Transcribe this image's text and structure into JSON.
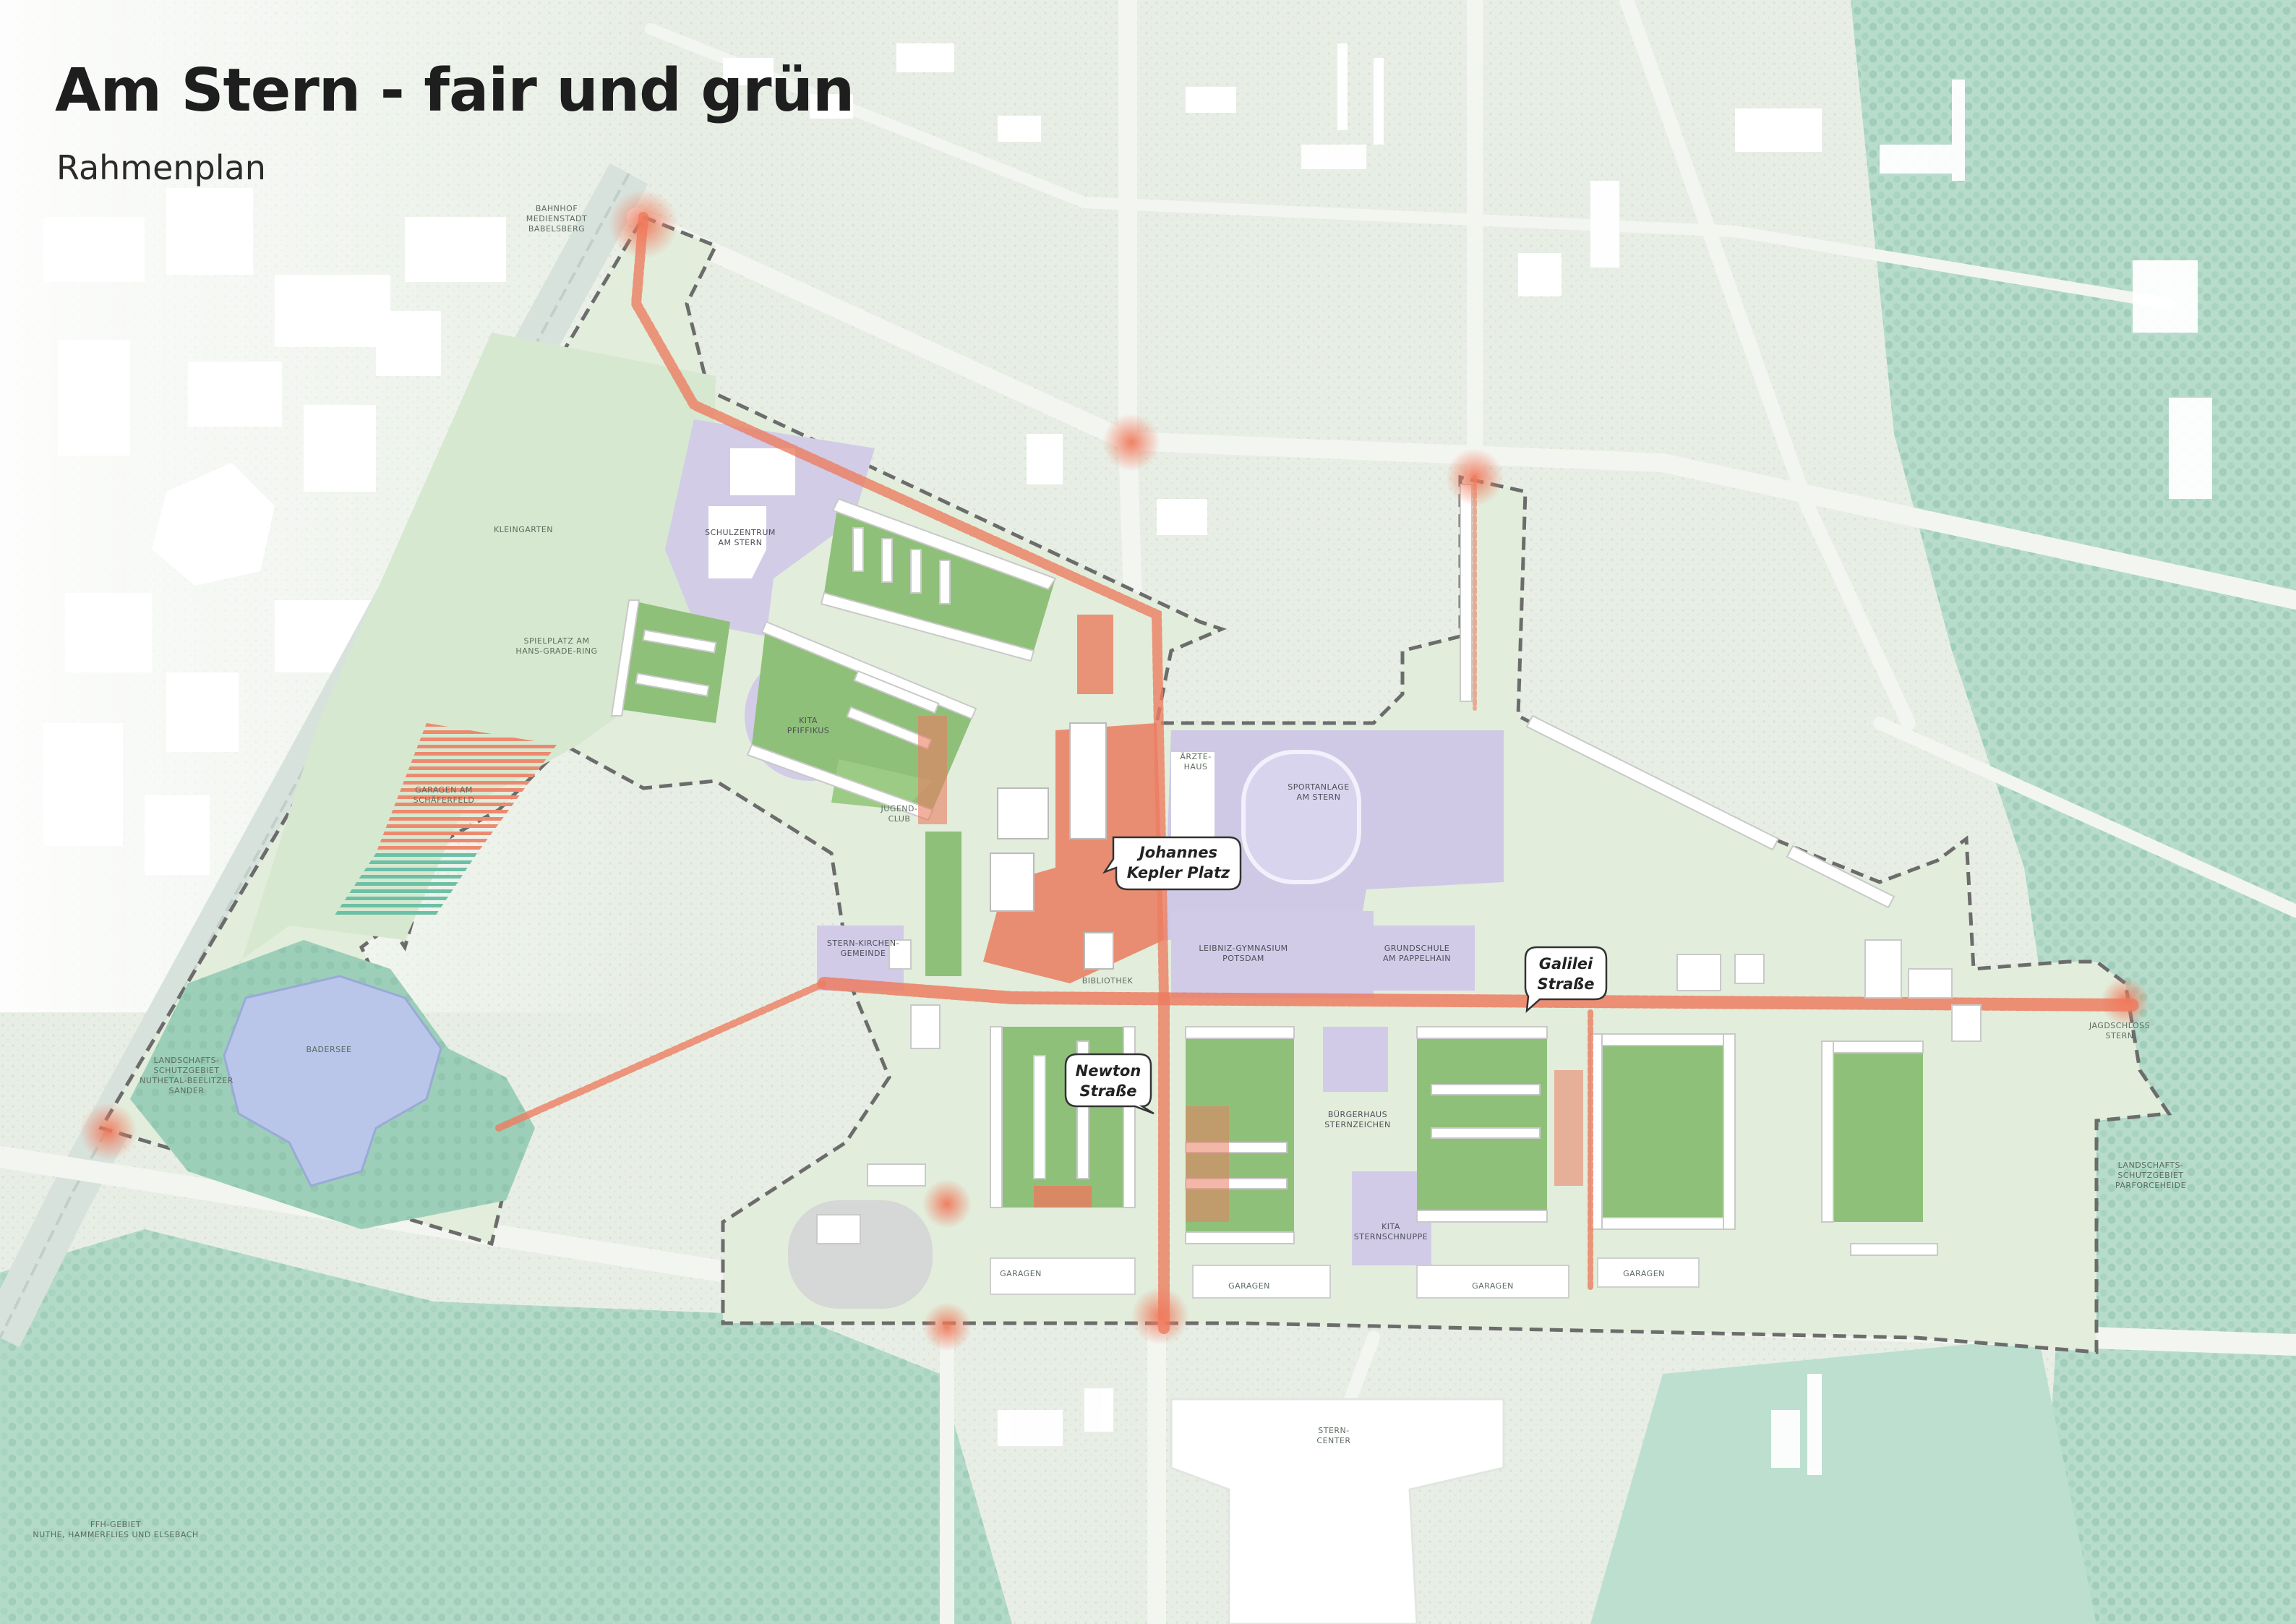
{
  "title": "Am Stern - fair und grün",
  "subtitle": "Rahmenplan",
  "callouts": [
    {
      "id": "johannes-kepler-platz",
      "lines": [
        "Johannes",
        "Kepler Platz"
      ]
    },
    {
      "id": "galilei-strasse",
      "lines": [
        "Galilei",
        "Straße"
      ]
    },
    {
      "id": "newton-strasse",
      "lines": [
        "Newton",
        "Straße"
      ]
    }
  ],
  "map_labels": {
    "bahnhof": [
      "BAHNHOF",
      "MEDIENSTADT",
      "BABELSBERG"
    ],
    "kleingarten": [
      "KLEINGARTEN"
    ],
    "schulzentrum": [
      "SCHULZENTRUM",
      "AM STERN"
    ],
    "spielplatz": [
      "SPIELPLATZ AM",
      "HANS-GRADE-RING"
    ],
    "kita_pfiffikus": [
      "KITA",
      "PFIFFIKUS"
    ],
    "garagen_schaefereld": [
      "GARAGEN AM",
      "SCHÄFERFELD"
    ],
    "aerztehaus": [
      "ÄRZTE-",
      "HAUS"
    ],
    "sportanlage": [
      "SPORTANLAGE",
      "AM STERN"
    ],
    "jugendclub": [
      "JUGEND-",
      "CLUB"
    ],
    "sternkirche": [
      "STERN-KIRCHEN-",
      "GEMEINDE"
    ],
    "bibliothek": [
      "BIBLIOTHEK"
    ],
    "gymnasium": [
      "LEIBNIZ-GYMNASIUM",
      "POTSDAM"
    ],
    "grundschule": [
      "GRUNDSCHULE",
      "AM PAPPELHAIN"
    ],
    "badesee": [
      "BADERSEE"
    ],
    "landschaft_west": [
      "LANDSCHAFTS-",
      "SCHUTZGEBIET",
      "NUTHETAL-BEELITZER",
      "SANDER"
    ],
    "buergerhaus": [
      "BÜRGERHAUS",
      "STERNZEICHEN"
    ],
    "kita_sternschnuppe": [
      "KITA",
      "STERNSCHNUPPE"
    ],
    "jagdschloss": [
      "JAGDSCHLOSS",
      "STERN"
    ],
    "landschaft_ost": [
      "LANDSCHAFTS-",
      "SCHUTZGEBIET",
      "PARFORCEHEIDE"
    ],
    "garagen": [
      "GARAGEN"
    ],
    "stern_center": [
      "STERN-",
      "CENTER"
    ],
    "ffh_gebiet": [
      "FFH-GEBIET",
      "NUTHE, HAMMERFLIES UND ELSEBACH"
    ]
  },
  "colors": {
    "background": "#e9efe7",
    "residential_green": "#8fc07a",
    "forest": "#a9d3c1",
    "lavender": "#d1cbe8",
    "accent_red": "#e8795d",
    "water": "#b9c6ea",
    "boundary": "#6c6c6c"
  }
}
